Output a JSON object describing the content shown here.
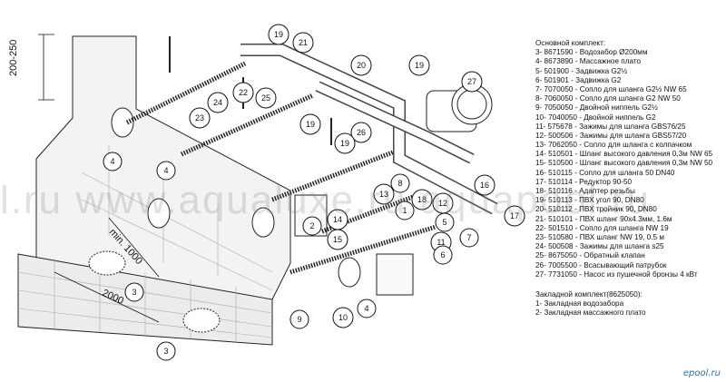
{
  "dimensions": {
    "height_range": "200-250",
    "min_distance": "min. 1000",
    "length": "2000"
  },
  "callouts": [
    "19",
    "21",
    "20",
    "19",
    "27",
    "25",
    "22",
    "24",
    "23",
    "19",
    "26",
    "19",
    "4",
    "4",
    "2",
    "14",
    "15",
    "13",
    "1",
    "8",
    "16",
    "18",
    "12",
    "5",
    "11",
    "6",
    "17",
    "7",
    "3",
    "3",
    "9",
    "10",
    "4"
  ],
  "legend": {
    "main_title": "Основной комплект:",
    "main_items": [
      "3- 8671590 - Водозабор Ø200мм",
      "4- 8673890 - Массажное плато",
      "5- 501900 - Задвижка G2½",
      "6- 501901 - Задвижка G2",
      "7- 7070050 - Сопло для шланга G2½ NW 65",
      "8- 7060050 - Сопло для шланга G2 NW 50",
      "9- 7050050 - Двойной ниппель G2½",
      "10- 7040050 - Двойной ниппель G2",
      "11- 575678 - Зажимы для шланга GBS76/25",
      "12- 500506 - Зажимы для шланга GBS57/20",
      "13- 7062050 - Сопло для шланга с колпачком",
      "14- 510501 - Шланг высокого давления 0,3м NW 65",
      "15- 510500 - Шланг высокого давления 0,3м NW 50",
      "16- 510115 - Сопло для шланга 50 DN40",
      "17- 510114 - Редуктор 90-50",
      "18- 510116 - Адаптер резьбы",
      "19- 510113 - ПВХ угол 90, DN80",
      "20- 510112 - ПВХ тройник 90, DN80",
      "21- 510101 - ПВХ шланг 90х4.3мм, 1.6м",
      "22- 501510 - Сопло для шланга NW 19",
      "23- 510580 - ПВХ шланг NW 19, 0.5 м",
      "24- 500508 - Зажимы для шланга s25",
      "25- 8675050 - Обратный клапан",
      "26- 7005500 - Всасывающий патрубок",
      "27- 7731050 - Насос из пушечной бронзы 4 кВт"
    ],
    "embedded_title": "Закладной комплект(8625050):",
    "embedded_items": [
      "1- Закладная водозабора",
      "2- Закладная массажного плато"
    ]
  },
  "watermark": "l.ru    www.aqualuxe.ru    aquapool.ru",
  "brand": "epool.ru"
}
